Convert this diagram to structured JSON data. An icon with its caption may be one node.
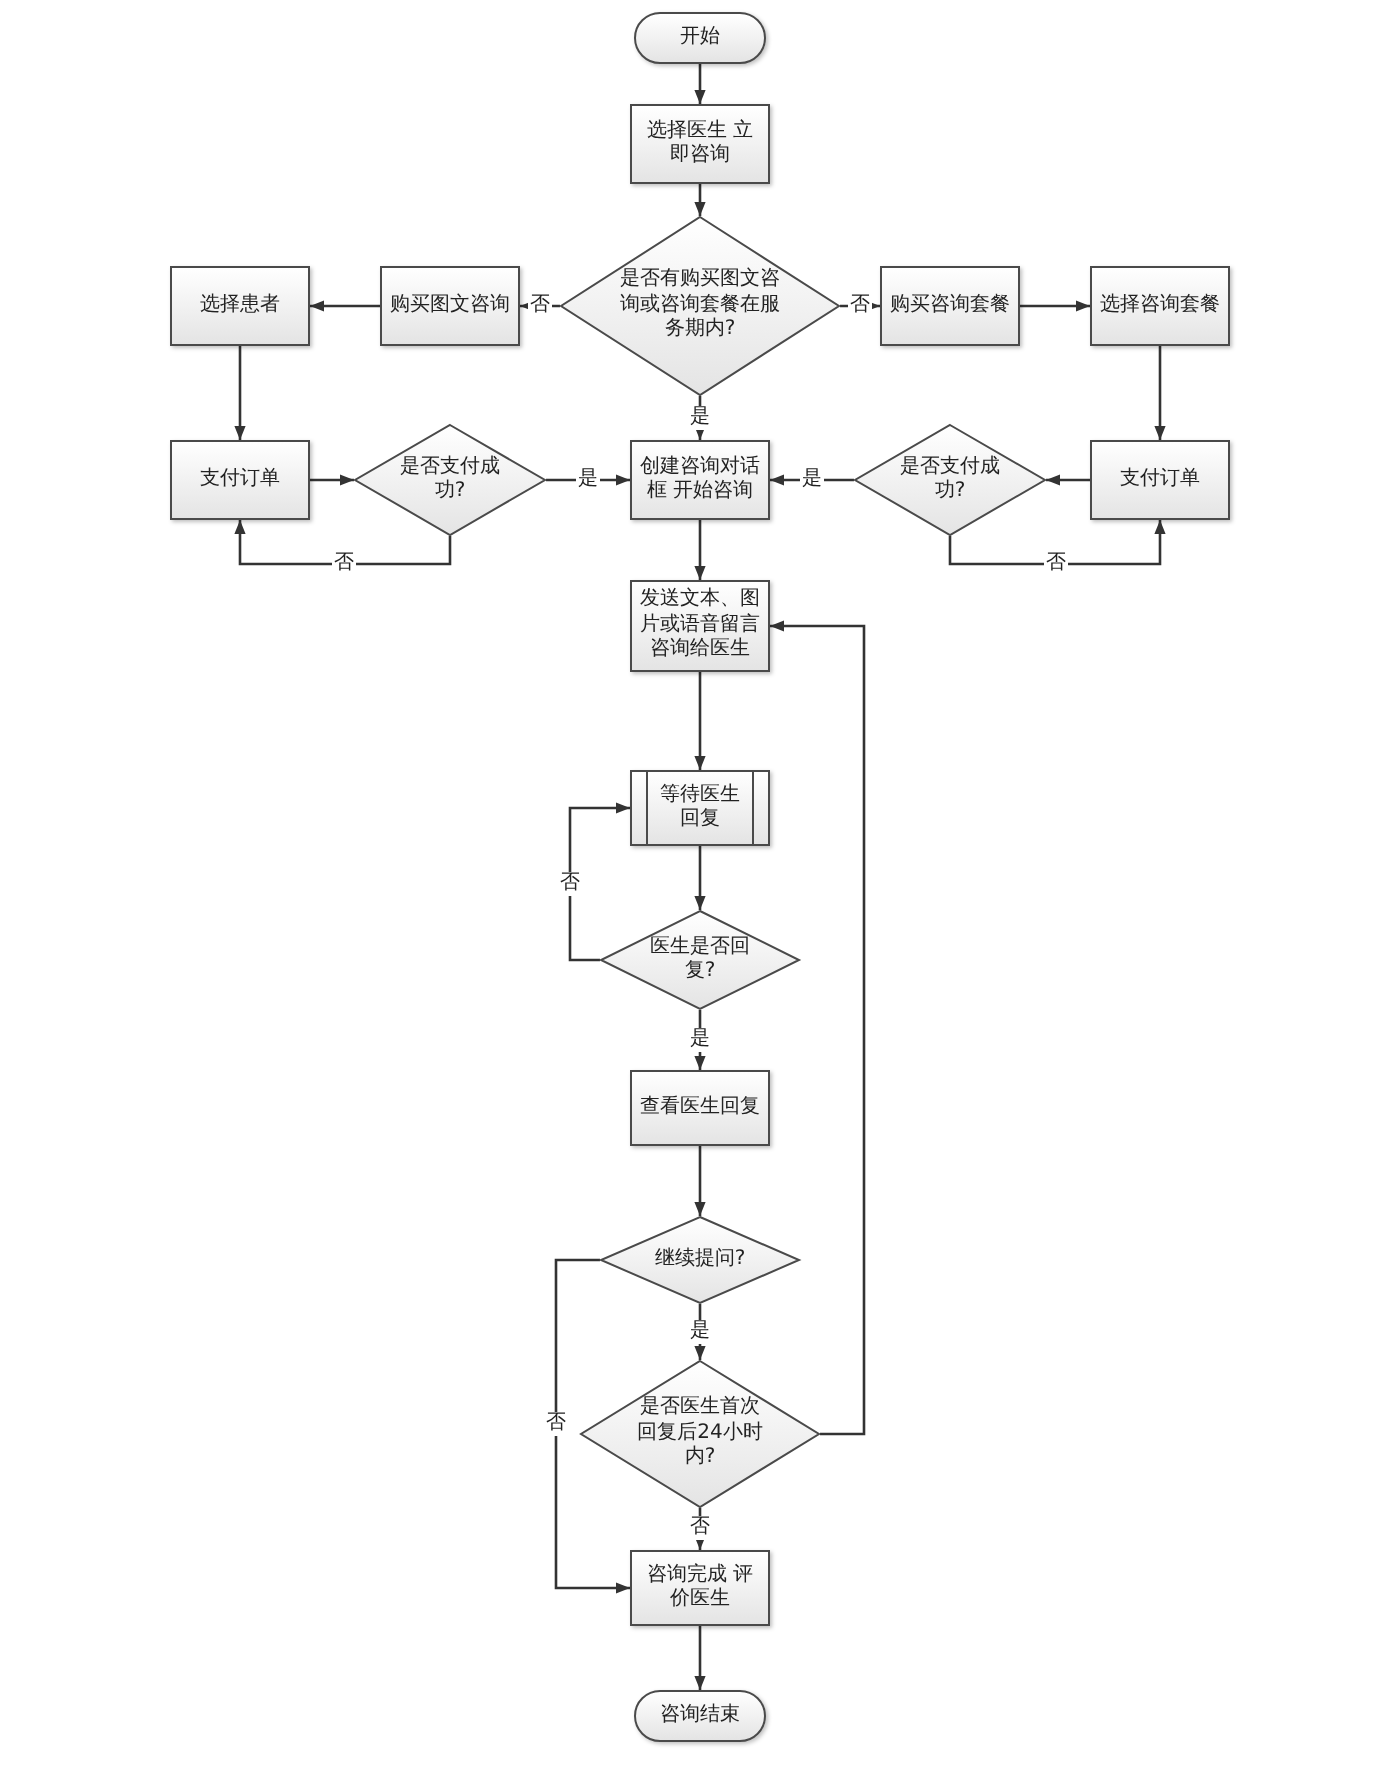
{
  "diagram": {
    "nodes": [
      {
        "text": [
          "开始"
        ]
      },
      {
        "text": [
          "选择医生 立即咨询"
        ]
      },
      {
        "text": [
          "是否有购买图文咨询或咨询套餐在服务期内?"
        ]
      },
      {
        "text": [
          "购买图文咨询"
        ]
      },
      {
        "text": [
          "选择患者"
        ]
      },
      {
        "text": [
          "购买咨询套餐"
        ]
      },
      {
        "text": [
          "选择咨询套餐"
        ]
      },
      {
        "text": [
          "支付订单"
        ]
      },
      {
        "text": [
          "是否支付成功?"
        ]
      },
      {
        "text": [
          "创建咨询对话框 开始咨询"
        ]
      },
      {
        "text": [
          "是否支付成功?"
        ]
      },
      {
        "text": [
          "支付订单"
        ]
      },
      {
        "text": [
          "发送文本、图片或语音留言咨询给医生"
        ]
      },
      {
        "text": [
          "等待医生回复"
        ]
      },
      {
        "text": [
          "医生是否回复?"
        ]
      },
      {
        "text": [
          "查看医生回复"
        ]
      },
      {
        "text": [
          "继续提问?"
        ]
      },
      {
        "text": [
          "是否医生首次回复后24小时内?"
        ]
      },
      {
        "text": [
          "咨询完成 评价医生"
        ]
      },
      {
        "text": [
          "咨询结束"
        ]
      }
    ],
    "edges": [
      {
        "from": 0,
        "to": 1,
        "arrow": "to"
      },
      {
        "from": 1,
        "to": 2,
        "arrow": "to"
      },
      {
        "from": 2,
        "to": 3,
        "arrow": "to",
        "label": "否"
      },
      {
        "from": 3,
        "to": 4,
        "arrow": "to"
      },
      {
        "from": 2,
        "to": 5,
        "arrow": "to",
        "label": "否"
      },
      {
        "from": 5,
        "to": 6,
        "arrow": "to"
      },
      {
        "from": 2,
        "to": 9,
        "arrow": "to",
        "label": "是"
      },
      {
        "from": 4,
        "to": 7,
        "arrow": "to"
      },
      {
        "from": 7,
        "to": 8,
        "arrow": "to"
      },
      {
        "from": 8,
        "to": 9,
        "arrow": "to",
        "label": "是"
      },
      {
        "from": 8,
        "to": 7,
        "arrow": "to",
        "label": "否"
      },
      {
        "from": 6,
        "to": 11,
        "arrow": "to"
      },
      {
        "from": 11,
        "to": 10,
        "arrow": "to"
      },
      {
        "from": 10,
        "to": 9,
        "arrow": "to",
        "label": "是"
      },
      {
        "from": 10,
        "to": 11,
        "arrow": "to",
        "label": "否"
      },
      {
        "from": 9,
        "to": 12,
        "arrow": "to"
      },
      {
        "from": 12,
        "to": 13,
        "arrow": "to"
      },
      {
        "from": 13,
        "to": 14,
        "arrow": "to"
      },
      {
        "from": 14,
        "to": 13,
        "arrow": "to",
        "label": "否"
      },
      {
        "from": 14,
        "to": 15,
        "arrow": "to",
        "label": "是"
      },
      {
        "from": 15,
        "to": 16,
        "arrow": "to"
      },
      {
        "from": 16,
        "to": 17,
        "arrow": "to",
        "label": "是"
      },
      {
        "from": 17,
        "to": 12,
        "arrow": "to"
      },
      {
        "from": 16,
        "to": 18,
        "arrow": "to",
        "label": "否"
      },
      {
        "from": 17,
        "to": 18,
        "arrow": "to",
        "label": "否"
      },
      {
        "from": 18,
        "to": 19,
        "arrow": "to"
      }
    ]
  }
}
